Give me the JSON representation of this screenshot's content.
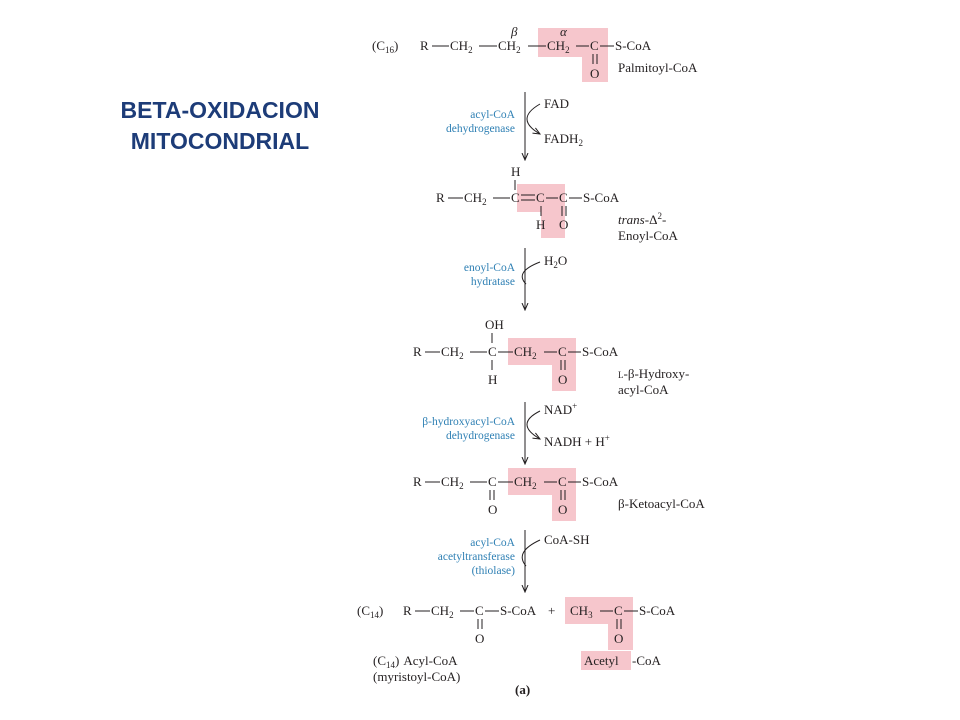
{
  "title": {
    "line1": "BETA-OXIDACION",
    "line2": "MITOCONDRIAL"
  },
  "figure_label": "(a)",
  "molecules": {
    "palmitoyl": {
      "chain": "(C",
      "chain_sub": "16",
      "chain_close": ")",
      "beta": "β",
      "alpha": "α",
      "group": "S-CoA",
      "oxygen": "O",
      "name": "Palmitoyl-CoA"
    },
    "enoyl": {
      "h_top": "H",
      "h_bottom": "H",
      "group": "S-CoA",
      "oxygen": "O",
      "name_prefix": "trans",
      "name_delta": "-Δ",
      "name_sup": "2",
      "name_dash": "-",
      "name_line2": "Enoyl-CoA"
    },
    "hydroxyacyl": {
      "oh": "OH",
      "h_bottom": "H",
      "group": "S-CoA",
      "oxygen": "O",
      "name_prefix": "L",
      "name_line1": "-β-Hydroxy-",
      "name_line2": "acyl-CoA"
    },
    "ketoacyl": {
      "group": "S-CoA",
      "oxygen_left": "O",
      "oxygen_right": "O",
      "name": "β-Ketoacyl-CoA"
    },
    "products": {
      "chain": "(C",
      "chain_sub": "14",
      "chain_close": ")",
      "group": "S-CoA",
      "plus": "+",
      "ch": "CH",
      "ch_sub": "3",
      "oxygen_left": "O",
      "oxygen_right": "O",
      "acyl_name_line1": "Acyl-CoA",
      "acyl_name_line2": "(myristoyl-CoA)",
      "acetyl": "Acetyl",
      "acetyl_suffix": "-CoA"
    }
  },
  "steps": [
    {
      "enzyme_line1": "acyl-CoA",
      "enzyme_line2": "dehydrogenase",
      "in": "FAD",
      "out": "FADH",
      "out_sub": "2"
    },
    {
      "enzyme_line1": "enoyl-CoA",
      "enzyme_line2": "hydratase",
      "in": "H",
      "in_sub": "2",
      "in_tail": "O"
    },
    {
      "enzyme_line1": "β-hydroxyacyl-CoA",
      "enzyme_line2": "dehydrogenase",
      "in": "NAD",
      "in_sup": "+",
      "out": "NADH + H",
      "out_sup": "+"
    },
    {
      "enzyme_line1": "acyl-CoA",
      "enzyme_line2": "acetyltransferase",
      "enzyme_line3": "(thiolase)",
      "in": "CoA-SH"
    }
  ],
  "colors": {
    "title": "#1d3c78",
    "enzyme": "#2f80b4",
    "highlight": "#f6c6cc",
    "ink": "#231f20"
  }
}
